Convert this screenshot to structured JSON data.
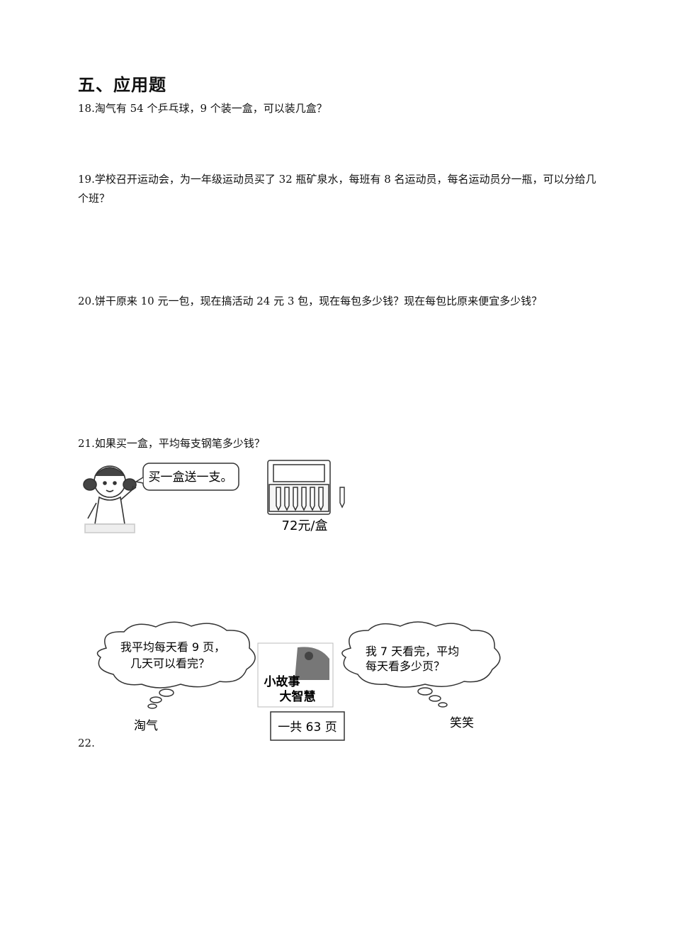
{
  "section_title": "五、应用题",
  "questions": [
    {
      "text": "18.淘气有 54 个乒乓球，9 个装一盒，可以装几盒？"
    },
    {
      "text": "19.学校召开运动会，为一年级运动员买了 32 瓶矿泉水，每班有 8 名运动员，每名运动员分一瓶，可以分给几个班？"
    },
    {
      "text": "20.饼干原来 10 元一包，现在搞活动 24 元 3 包，现在每包多少钱？现在每包比原来便宜多少钱？"
    },
    {
      "text": "21.如果买一盒，平均每支钢笔多少钱？"
    },
    {
      "text": "22."
    }
  ],
  "figure_pens": {
    "speech": "买一盒送一支。",
    "price": "72元/盒"
  },
  "figure_books": {
    "left_thought_line1": "我平均每天看 9 页，",
    "left_thought_line2": "几天可以看完？",
    "left_name": "淘气",
    "right_thought_line1": "我 7 天看完，平均",
    "right_thought_line2": "每天看多少页？",
    "right_name": "笑笑",
    "book_title_line1": "小故事",
    "book_title_line2": "大智慧",
    "total_pages": "一共 63 页"
  }
}
